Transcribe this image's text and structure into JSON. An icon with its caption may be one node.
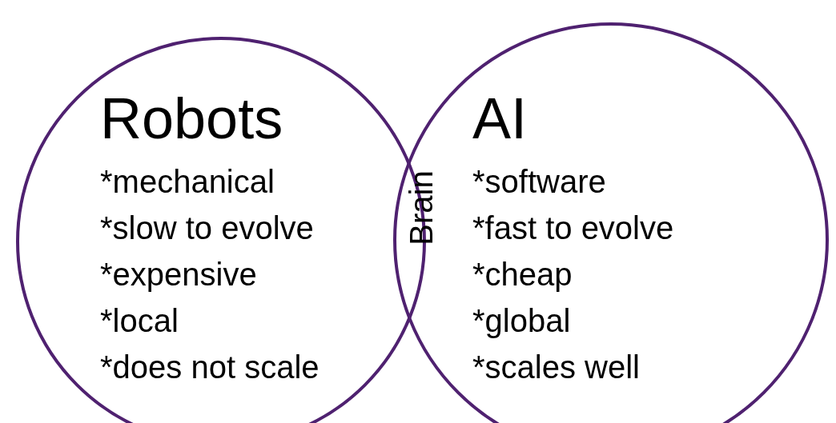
{
  "diagram": {
    "nodes": [
      {
        "text": [
          "Robots",
          "*mechanical",
          "*slow to evolve",
          "*expensive",
          "*local",
          "*does not scale"
        ]
      },
      {
        "text": [
          "AI",
          "*software",
          "*fast to evolve",
          "*cheap",
          "*global",
          "*scales well"
        ]
      }
    ],
    "edges": [],
    "labels": [
      "Brain"
    ]
  }
}
